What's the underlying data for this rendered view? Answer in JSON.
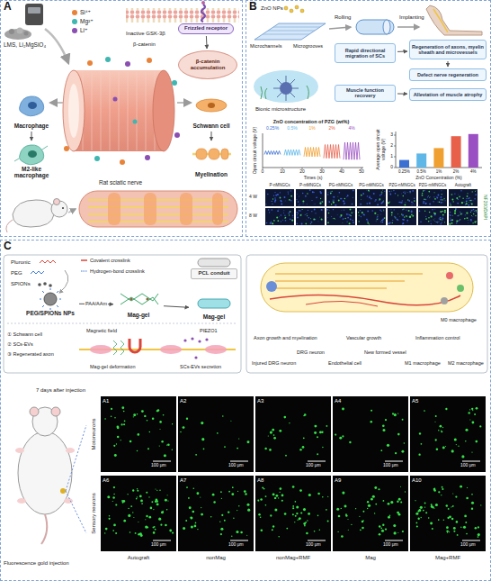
{
  "diagram": {
    "nodes": [
      {
        "text": [
          "A"
        ]
      },
      {
        "text": [
          "B"
        ]
      },
      {
        "text": [
          "C"
        ]
      },
      {
        "text": [
          "Frizzled receptor"
        ],
        "in": 0
      },
      {
        "text": [
          "β-catenin accumulation"
        ],
        "in": 0
      },
      {
        "text": [
          "Macrophage"
        ],
        "in": 0
      },
      {
        "text": [
          "M2-like macrophage"
        ],
        "in": 0
      },
      {
        "text": [
          "Schwann cell"
        ],
        "in": 0
      },
      {
        "text": [
          "Myelination"
        ],
        "in": 0
      },
      {
        "text": [
          "Rapid directional migration of SCs"
        ],
        "in": 1
      },
      {
        "text": [
          "Regeneration of axons, myelin sheath and microvessels"
        ],
        "in": 1
      },
      {
        "text": [
          "Defect nerve regeneration"
        ],
        "in": 1
      },
      {
        "text": [
          "Muscle function recovery"
        ],
        "in": 1
      },
      {
        "text": [
          "Alleviation of muscle atrophy"
        ],
        "in": 1
      },
      {
        "text": [
          "PEG/SPIONs NPs"
        ],
        "in": 2
      },
      {
        "text": [
          "Mag-gel"
        ],
        "in": 2
      },
      {
        "text": [
          "PCL conduit"
        ],
        "in": 2
      },
      {
        "text": [
          "Mag-gel"
        ],
        "in": 2
      }
    ],
    "edges": [
      {
        "from": 3,
        "to": 4,
        "arrow": "to"
      },
      {
        "from": 5,
        "to": 6,
        "arrow": "to"
      },
      {
        "from": 7,
        "to": 8,
        "arrow": "to"
      },
      {
        "from": 9,
        "to": 10,
        "arrow": "to"
      },
      {
        "from": 10,
        "to": 11,
        "arrow": "to"
      },
      {
        "from": 12,
        "to": 13,
        "arrow": "to"
      },
      {
        "from": 14,
        "to": 15,
        "label": "PAA/AAm",
        "arrow": "to"
      },
      {
        "from": 15,
        "to": 17,
        "arrow": "to"
      }
    ],
    "labels": [
      "LMS, Li₂MgSiO₄",
      "Inactive GSK-3β",
      "β-catenin",
      "Rat sciatic nerve",
      "ZnO NPs",
      "Rolling",
      "Implanting",
      "Microchannels",
      "Microgrooves",
      "Bionic microstructure",
      "ZnO concentration of PZG (wt%)",
      "Open circuit voltage (V)",
      "Times (s)",
      "0.25%",
      "0.5%",
      "1%",
      "2%",
      "4%",
      "0",
      "10",
      "20",
      "30",
      "40",
      "50",
      "Average open circuit voltage (V)",
      "ZnO Concentration (%)",
      "0.25%",
      "0.5%",
      "1%",
      "2%",
      "4%",
      "0",
      "1",
      "2",
      "3",
      "P-nMNGCs",
      "P-mMNGCs",
      "PG-nMNGCs",
      "PG-mMNGCs",
      "PZG-nMNGCs",
      "PZG-mMNGCs",
      "Autograft",
      "4 W",
      "8 W",
      "NF200/DAPI",
      "Pluronic",
      "PEG",
      "SPIONs",
      "Covalent crosslink",
      "Hydrogen-bond crosslink",
      "① Schwann cell",
      "② SCs-EVs",
      "③ Regenerated axon",
      "Magnetic field",
      "PIEZO1",
      "Mag-gel deformation",
      "SCs-EVs secretion",
      "M0 macrophage",
      "Axon growth and myelination",
      "Vascular growth",
      "Inflammation control",
      "DRG neuron",
      "New formed vessel",
      "Injured DRG neuron",
      "Endothelial cell",
      "M1 macrophage",
      "M2 macrophage",
      "7 days after injection",
      "Motoneurons",
      "Sensory neurons",
      "A1",
      "A2",
      "A3",
      "A4",
      "A5",
      "A6",
      "A7",
      "A8",
      "A9",
      "A10",
      "100 μm",
      "100 μm",
      "100 μm",
      "100 μm",
      "100 μm",
      "100 μm",
      "100 μm",
      "100 μm",
      "100 μm",
      "100 μm",
      "Autograft",
      "nonMag",
      "nonMag+RMF",
      "Mag",
      "Mag+RMF",
      "Fluorescence gold injection"
    ],
    "legend": [
      {
        "text": "Si⁴⁺",
        "color": "#e8833a"
      },
      {
        "text": "Mg²⁺",
        "color": "#3fb6b0"
      },
      {
        "text": "Li⁺",
        "color": "#8a4fb0"
      }
    ]
  }
}
